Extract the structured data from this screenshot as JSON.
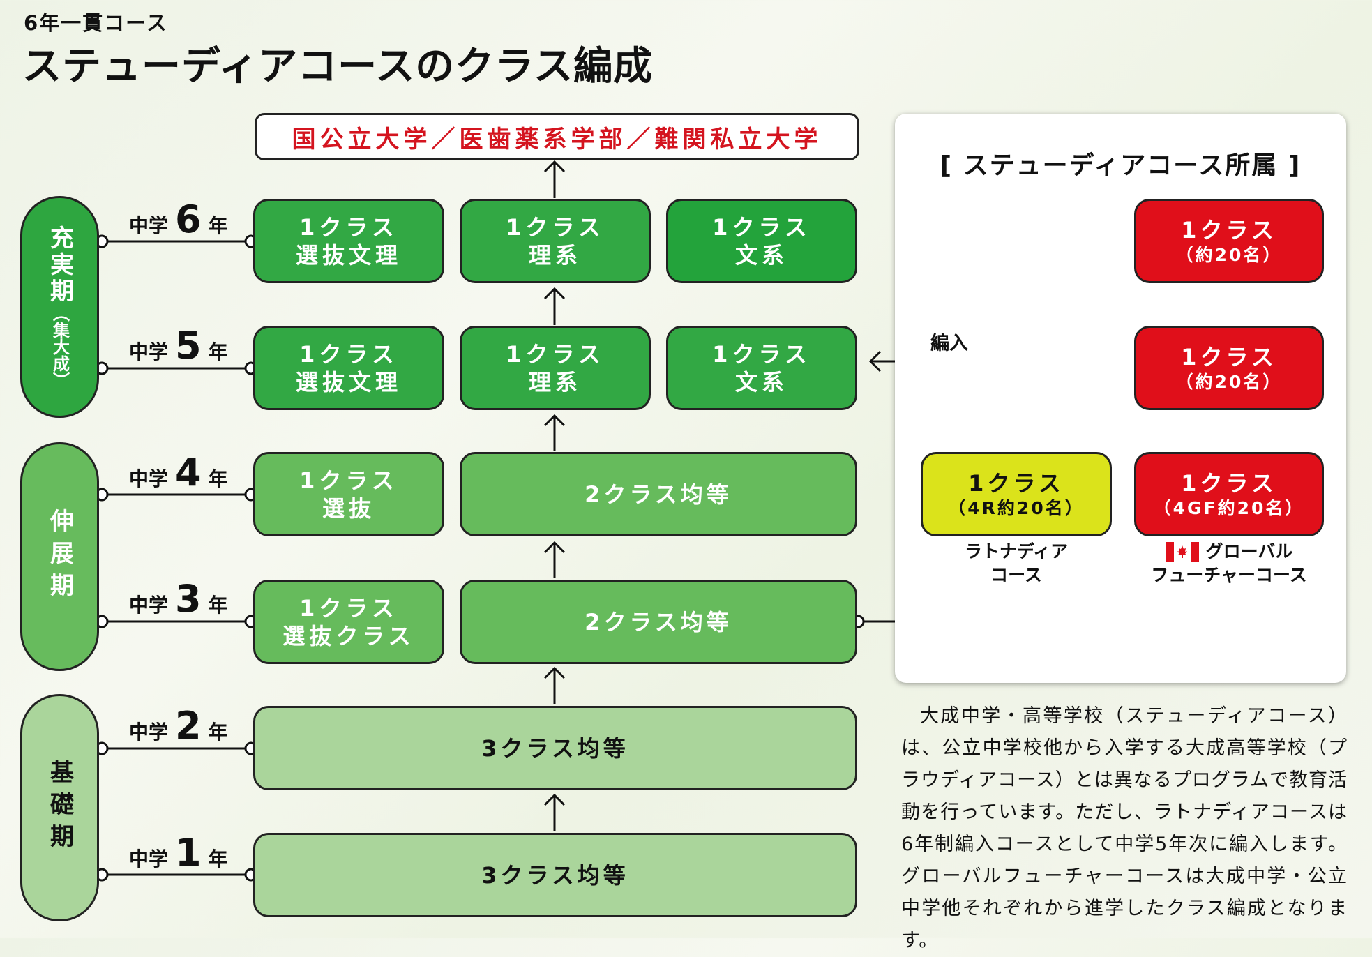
{
  "header": {
    "subtitle": "6年一貫コース",
    "title": "ステューディアコースのクラス編成"
  },
  "goal": "国公立大学／医歯薬系学部／難関私立大学",
  "phases": [
    {
      "label": "充実期",
      "sub": "（集大成）"
    },
    {
      "label": "伸展期"
    },
    {
      "label": "基礎期"
    }
  ],
  "grades": [
    {
      "prefix": "中学",
      "number": "6",
      "suffix": "年"
    },
    {
      "prefix": "中学",
      "number": "5",
      "suffix": "年"
    },
    {
      "prefix": "中学",
      "number": "4",
      "suffix": "年"
    },
    {
      "prefix": "中学",
      "number": "3",
      "suffix": "年"
    },
    {
      "prefix": "中学",
      "number": "2",
      "suffix": "年"
    },
    {
      "prefix": "中学",
      "number": "1",
      "suffix": "年"
    }
  ],
  "classes": {
    "g6": [
      {
        "line1": "1クラス",
        "line2": "選抜文理"
      },
      {
        "line1": "1クラス",
        "line2": "理系"
      },
      {
        "line1": "1クラス",
        "line2": "文系"
      }
    ],
    "g5": [
      {
        "line1": "1クラス",
        "line2": "選抜文理"
      },
      {
        "line1": "1クラス",
        "line2": "理系"
      },
      {
        "line1": "1クラス",
        "line2": "文系"
      }
    ],
    "g4": [
      {
        "line1": "1クラス",
        "line2": "選抜"
      },
      {
        "line1": "2クラス均等"
      }
    ],
    "g3": [
      {
        "line1": "1クラス",
        "line2": "選抜クラス"
      },
      {
        "line1": "2クラス均等"
      }
    ],
    "g2": [
      {
        "line1": "3クラス均等"
      }
    ],
    "g1": [
      {
        "line1": "3クラス均等"
      }
    ]
  },
  "panel": {
    "title": "[ ステューディアコース所属 ]",
    "transfer_label": "編入",
    "latonadia": {
      "line1": "1クラス",
      "line2": "（4R約20名）",
      "caption1": "ラトナディア",
      "caption2": "コース"
    },
    "global": [
      {
        "line1": "1クラス",
        "line2": "（約20名）"
      },
      {
        "line1": "1クラス",
        "line2": "（約20名）"
      },
      {
        "line1": "1クラス",
        "line2": "（4GF約20名）"
      }
    ],
    "global_caption1": "グローバル",
    "global_caption2": "フューチャーコース"
  },
  "description": "大成中学・高等学校（ステューディアコース）は、公立中学校他から入学する大成高等学校（プラウディアコース）とは異なるプログラムで教育活動を行っています。ただし、ラトナディアコースは6年制編入コースとして中学5年次に編入します。グローバルフューチャーコースは大成中学・公立中学他それぞれから進学したクラス編成となります。",
  "colors": {
    "green_dark": "#2ea640",
    "green_mid": "#66bb5c",
    "green_light": "#aad59b",
    "red": "#e00f1a",
    "yellow": "#dbe31b",
    "goal_text": "#d4141f"
  },
  "icons": {
    "flag": "canada-flag-icon"
  }
}
